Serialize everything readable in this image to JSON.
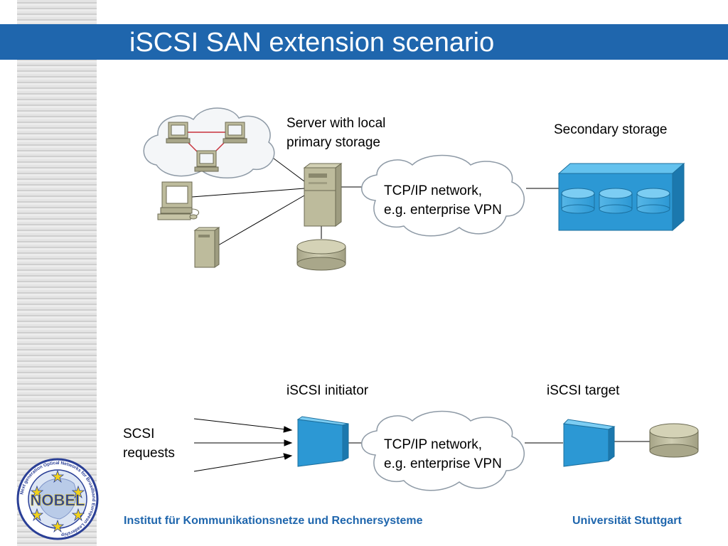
{
  "slide": {
    "title": "iSCSI SAN extension scenario"
  },
  "top_diagram": {
    "server_label": [
      "Server with local",
      "primary storage"
    ],
    "secondary_storage_label": "Secondary storage",
    "network_label": [
      "TCP/IP network,",
      "e.g. enterprise VPN"
    ]
  },
  "bottom_diagram": {
    "initiator_label": "iSCSI initiator",
    "target_label": "iSCSI target",
    "requests_label": [
      "SCSI",
      "requests"
    ],
    "network_label": [
      "TCP/IP network,",
      "e.g. enterprise VPN"
    ]
  },
  "logo": {
    "text": "NOBEL",
    "ring_text": "Next generation Optical Networks for Broadband European Leadership"
  },
  "footer": {
    "institute": "Institut für Kommunikationsnetze und Rechnersysteme",
    "university": "Universität Stuttgart"
  },
  "colors": {
    "title_bar": "#1f66ad",
    "footer_text": "#1f66ad",
    "storage_blue": "#2c98d4",
    "device_khaki": "#bdbb9c"
  }
}
